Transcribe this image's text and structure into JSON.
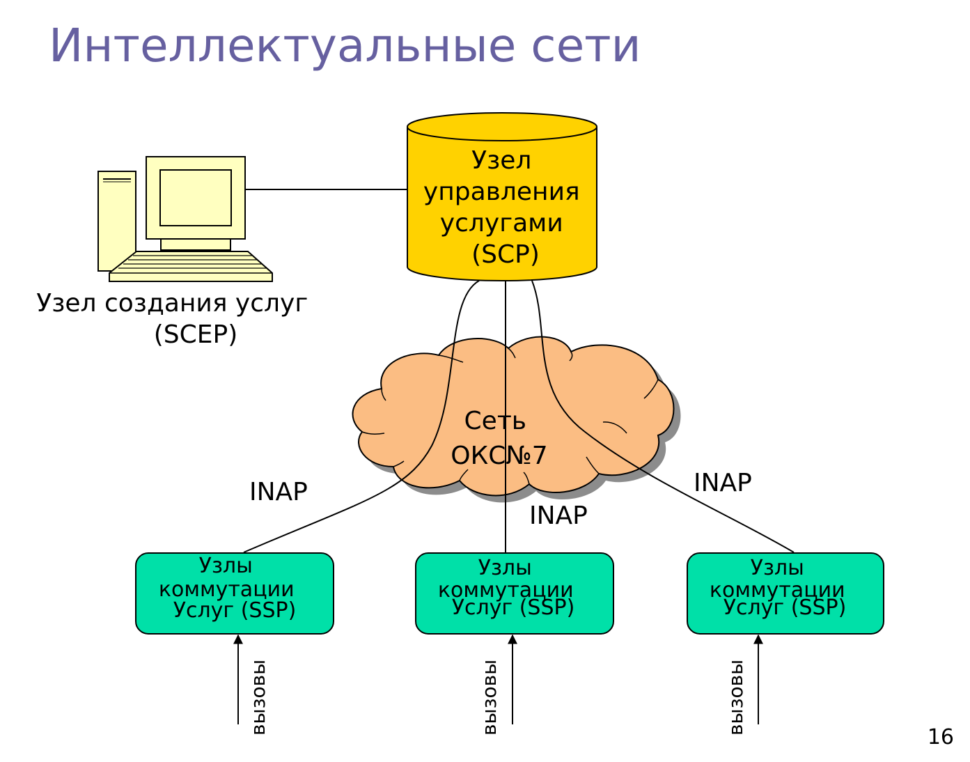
{
  "slide": {
    "title": "Интеллектуальные сети",
    "page_number": "16"
  },
  "colors": {
    "title": "#6660a0",
    "scp_fill": "#ffd200",
    "cloud_fill": "#fbbd83",
    "ssp_fill": "#00e0a8",
    "computer_fill": "#ffffc0"
  },
  "scep": {
    "label_line1": "Узел создания услуг",
    "label_line2": "(SCEP)"
  },
  "scp": {
    "line1": "Узел",
    "line2": "управления",
    "line3": "услугами",
    "line4": "(SCP)"
  },
  "network": {
    "line1": "Сеть",
    "line2": "ОКС№7"
  },
  "protocols": {
    "left": "INAP",
    "center": "INAP",
    "right": "INAP"
  },
  "ssp_nodes": [
    {
      "line1": "Узлы",
      "line2": "коммутации",
      "line3": "Услуг (SSP)",
      "calls": "вызовы"
    },
    {
      "line1": "Узлы",
      "line2": "коммутации",
      "line3": "Услуг (SSP)",
      "calls": "вызовы"
    },
    {
      "line1": "Узлы",
      "line2": "коммутации",
      "line3": "Услуг (SSP)",
      "calls": "вызовы"
    }
  ]
}
